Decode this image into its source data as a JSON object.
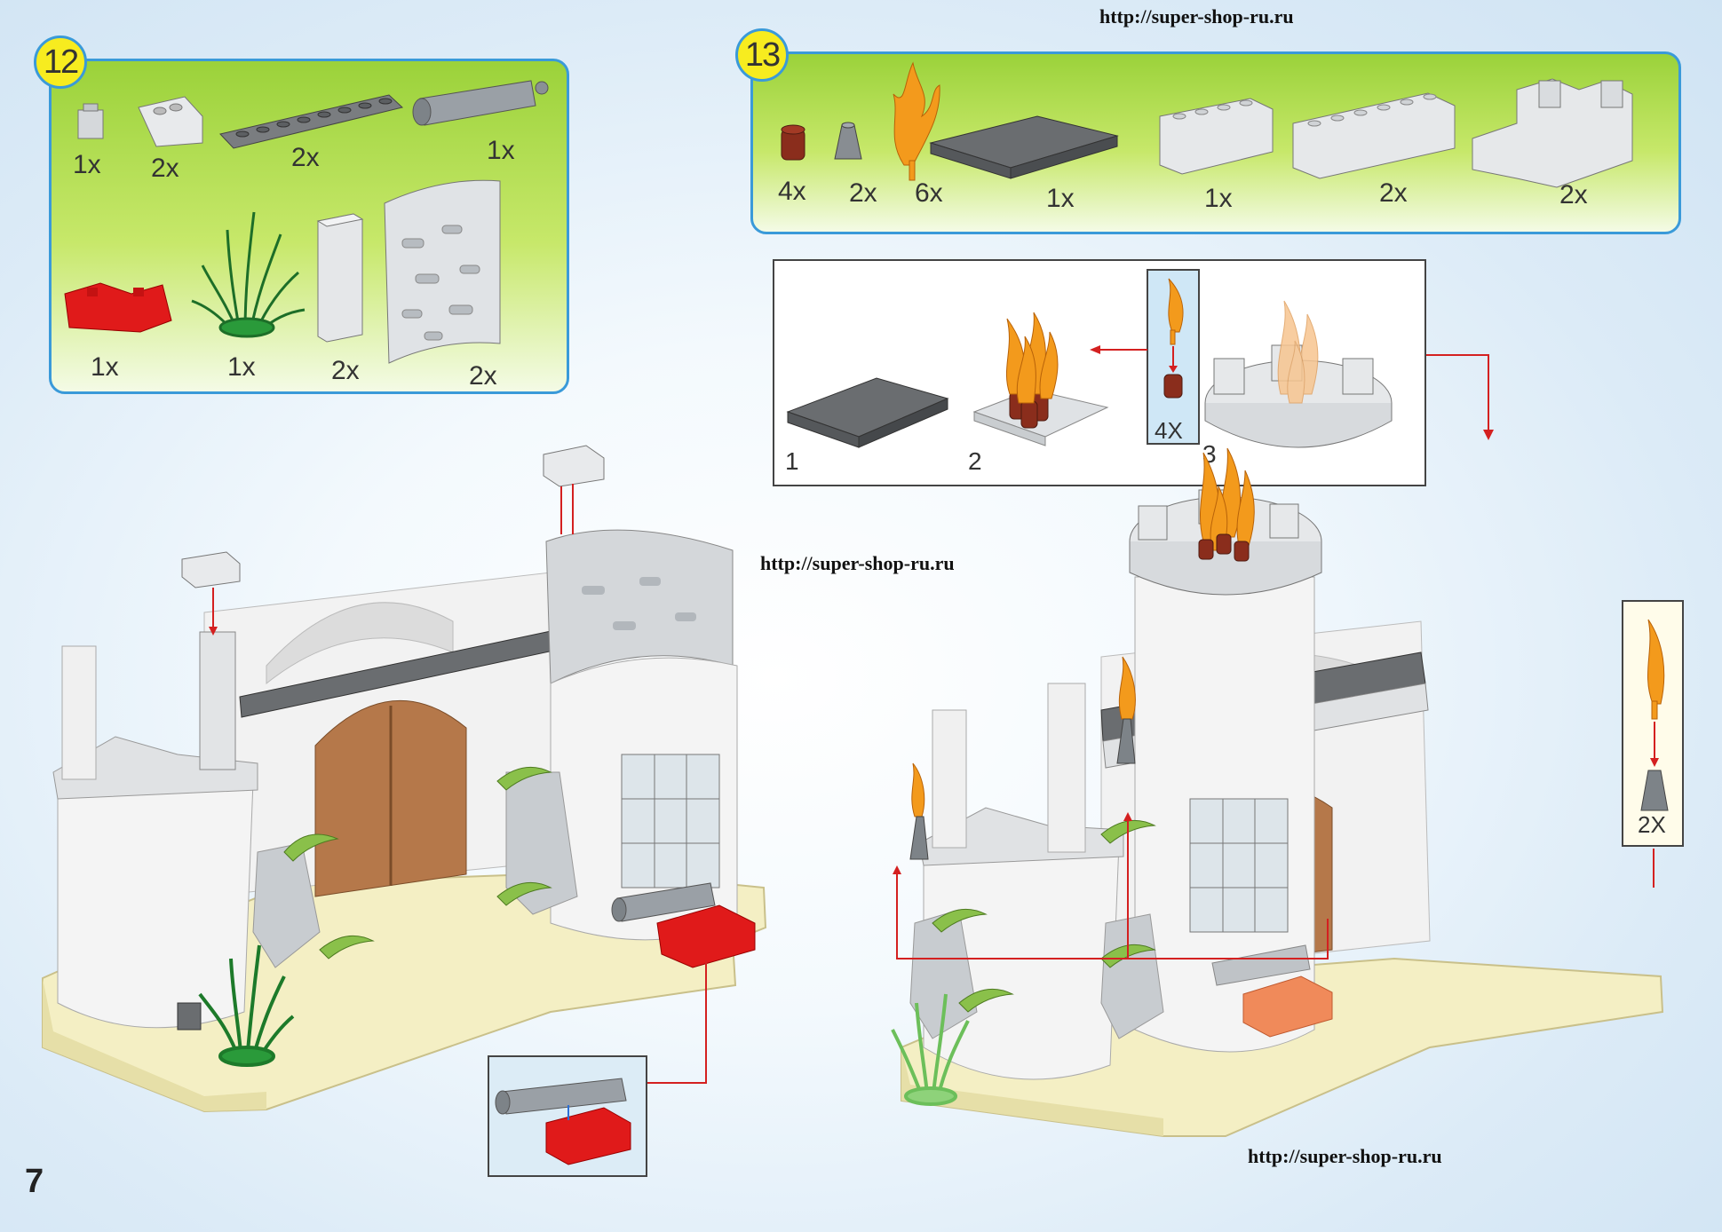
{
  "watermark": {
    "url_top": "http://super-shop-ru.ru",
    "url_middle": "http://super-shop-ru.ru",
    "url_bottom": "http://super-shop-ru.ru"
  },
  "page_number": "7",
  "step12": {
    "number": "12",
    "quantities": [
      "1x",
      "2x",
      "2x",
      "1x",
      "1x",
      "1x",
      "2x",
      "2x"
    ]
  },
  "step13": {
    "number": "13",
    "quantities": [
      "4x",
      "2x",
      "6x",
      "1x",
      "1x",
      "2x",
      "2x"
    ],
    "substeps": [
      "1",
      "2",
      "3"
    ],
    "flame_callout_qty": "4X",
    "torch_callout_qty": "2X"
  },
  "colors": {
    "panel_border": "#3a9ad9",
    "step_badge": "#f7ec1f",
    "arrow": "#d42020",
    "door": "#b5784a",
    "wall": "#f2f2f2",
    "stone": "#c8ccd0",
    "baseplate": "#f4efc4",
    "flame": "#f39a1c",
    "bush": "#2a9a3a",
    "cannon_base": "#e01a1a"
  },
  "icons": {
    "flame": "flame-icon",
    "bush": "bush-icon",
    "cannon": "cannon-icon"
  }
}
